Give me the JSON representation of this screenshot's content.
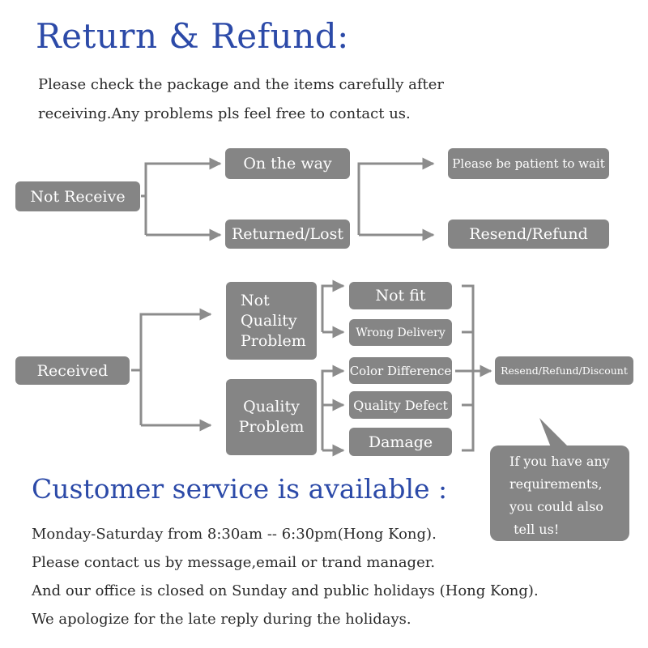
{
  "title": "Return & Refund:",
  "intro": [
    "Please check the package and the items carefully after",
    "receiving.Any problems pls feel free to contact us."
  ],
  "flow_not_receive": {
    "root": "Not Receive",
    "branch_on_way": "On the way",
    "branch_returned": "Returned/Lost",
    "outcome_wait": "Please be patient to wait",
    "outcome_resend": "Resend/Refund"
  },
  "flow_received": {
    "root": "Received",
    "not_quality": "Not Quality Problem",
    "not_quality_lines": [
      "Not",
      "Quality",
      "Problem"
    ],
    "quality_lines": [
      "Quality",
      "Problem"
    ],
    "not_fit": "Not fit",
    "wrong_delivery": "Wrong Delivery",
    "color_difference": "Color Difference",
    "quality_defect": "Quality Defect",
    "damage": "Damage",
    "outcome": "Resend/Refund/Discount"
  },
  "bubble": [
    "If you have any",
    "requirements,",
    "you could also",
    " tell us!"
  ],
  "customer_service": {
    "title": "Customer service is available :",
    "lines": [
      "Monday-Saturday from 8:30am -- 6:30pm(Hong Kong).",
      "Please contact us by message,email or trand manager.",
      "And our office is closed on Sunday and public holidays (Hong Kong).",
      "We apologize for the late reply during the holidays."
    ]
  },
  "colors": {
    "title_blue": "#2c4aa8",
    "box_gray": "#858585",
    "line_gray": "#8c8c8c",
    "text_dark": "#2b2b2b"
  }
}
